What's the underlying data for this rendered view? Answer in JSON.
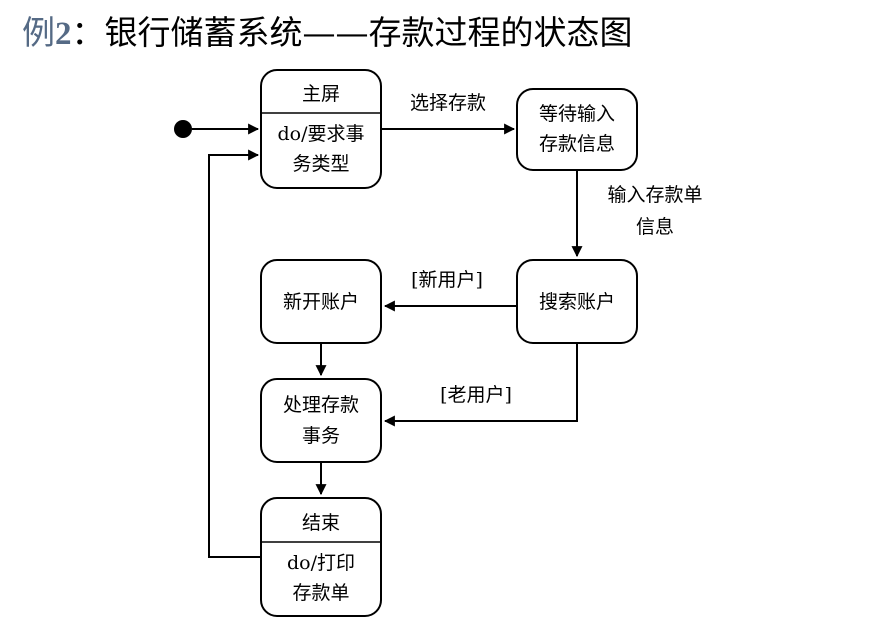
{
  "title": {
    "prefix": "例",
    "number": "2",
    "rest": "：银行储蓄系统——存款过程的状态图"
  },
  "states": {
    "main_screen": {
      "name": "主屏",
      "action_keyword": "do",
      "action_line1": "/要求事",
      "action_line2": "务类型"
    },
    "wait_input": {
      "line1": "等待输入",
      "line2": "存款信息"
    },
    "search_account": {
      "label": "搜索账户"
    },
    "open_account": {
      "label": "新开账户"
    },
    "process_deposit": {
      "line1": "处理存款",
      "line2": "事务"
    },
    "end": {
      "name": "结束",
      "action_keyword": "do",
      "action_line1": "/打印",
      "action_line2": "存款单"
    }
  },
  "transitions": {
    "select_deposit": "选择存款",
    "input_slip_line1": "输入存款单",
    "input_slip_line2": "信息",
    "new_user": "[新用户]",
    "old_user": "[老用户]"
  }
}
